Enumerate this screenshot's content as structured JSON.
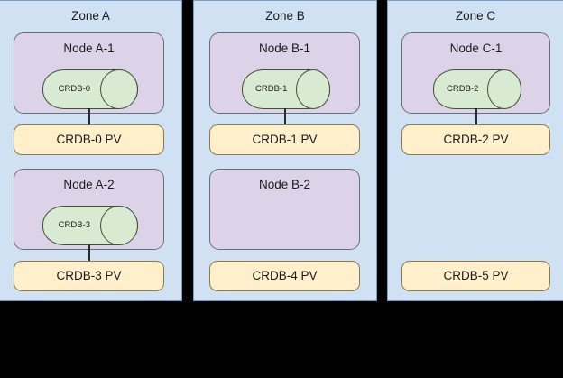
{
  "diagram": {
    "background_color": "#000000",
    "zone_color": "#cfe1f3",
    "node_color": "#dcd3e9",
    "db_color": "#d9ead3",
    "pv_color": "#ffefcb"
  },
  "zones": [
    {
      "title": "Zone A",
      "nodes": [
        {
          "title": "Node A-1",
          "database": {
            "label": "CRDB-0"
          },
          "connected": true
        },
        {
          "title": "Node A-2",
          "database": {
            "label": "CRDB-3"
          },
          "connected": true
        }
      ],
      "volumes": [
        {
          "label": "CRDB-0 PV"
        },
        {
          "label": "CRDB-3 PV"
        }
      ]
    },
    {
      "title": "Zone B",
      "nodes": [
        {
          "title": "Node B-1",
          "database": {
            "label": "CRDB-1"
          },
          "connected": true
        },
        {
          "title": "Node B-2",
          "database": null,
          "connected": false
        }
      ],
      "volumes": [
        {
          "label": "CRDB-1 PV"
        },
        {
          "label": "CRDB-4 PV"
        }
      ]
    },
    {
      "title": "Zone C",
      "nodes": [
        {
          "title": "Node C-1",
          "database": {
            "label": "CRDB-2"
          },
          "connected": true
        }
      ],
      "volumes": [
        {
          "label": "CRDB-2 PV"
        },
        {
          "label": "CRDB-5 PV"
        }
      ]
    }
  ]
}
